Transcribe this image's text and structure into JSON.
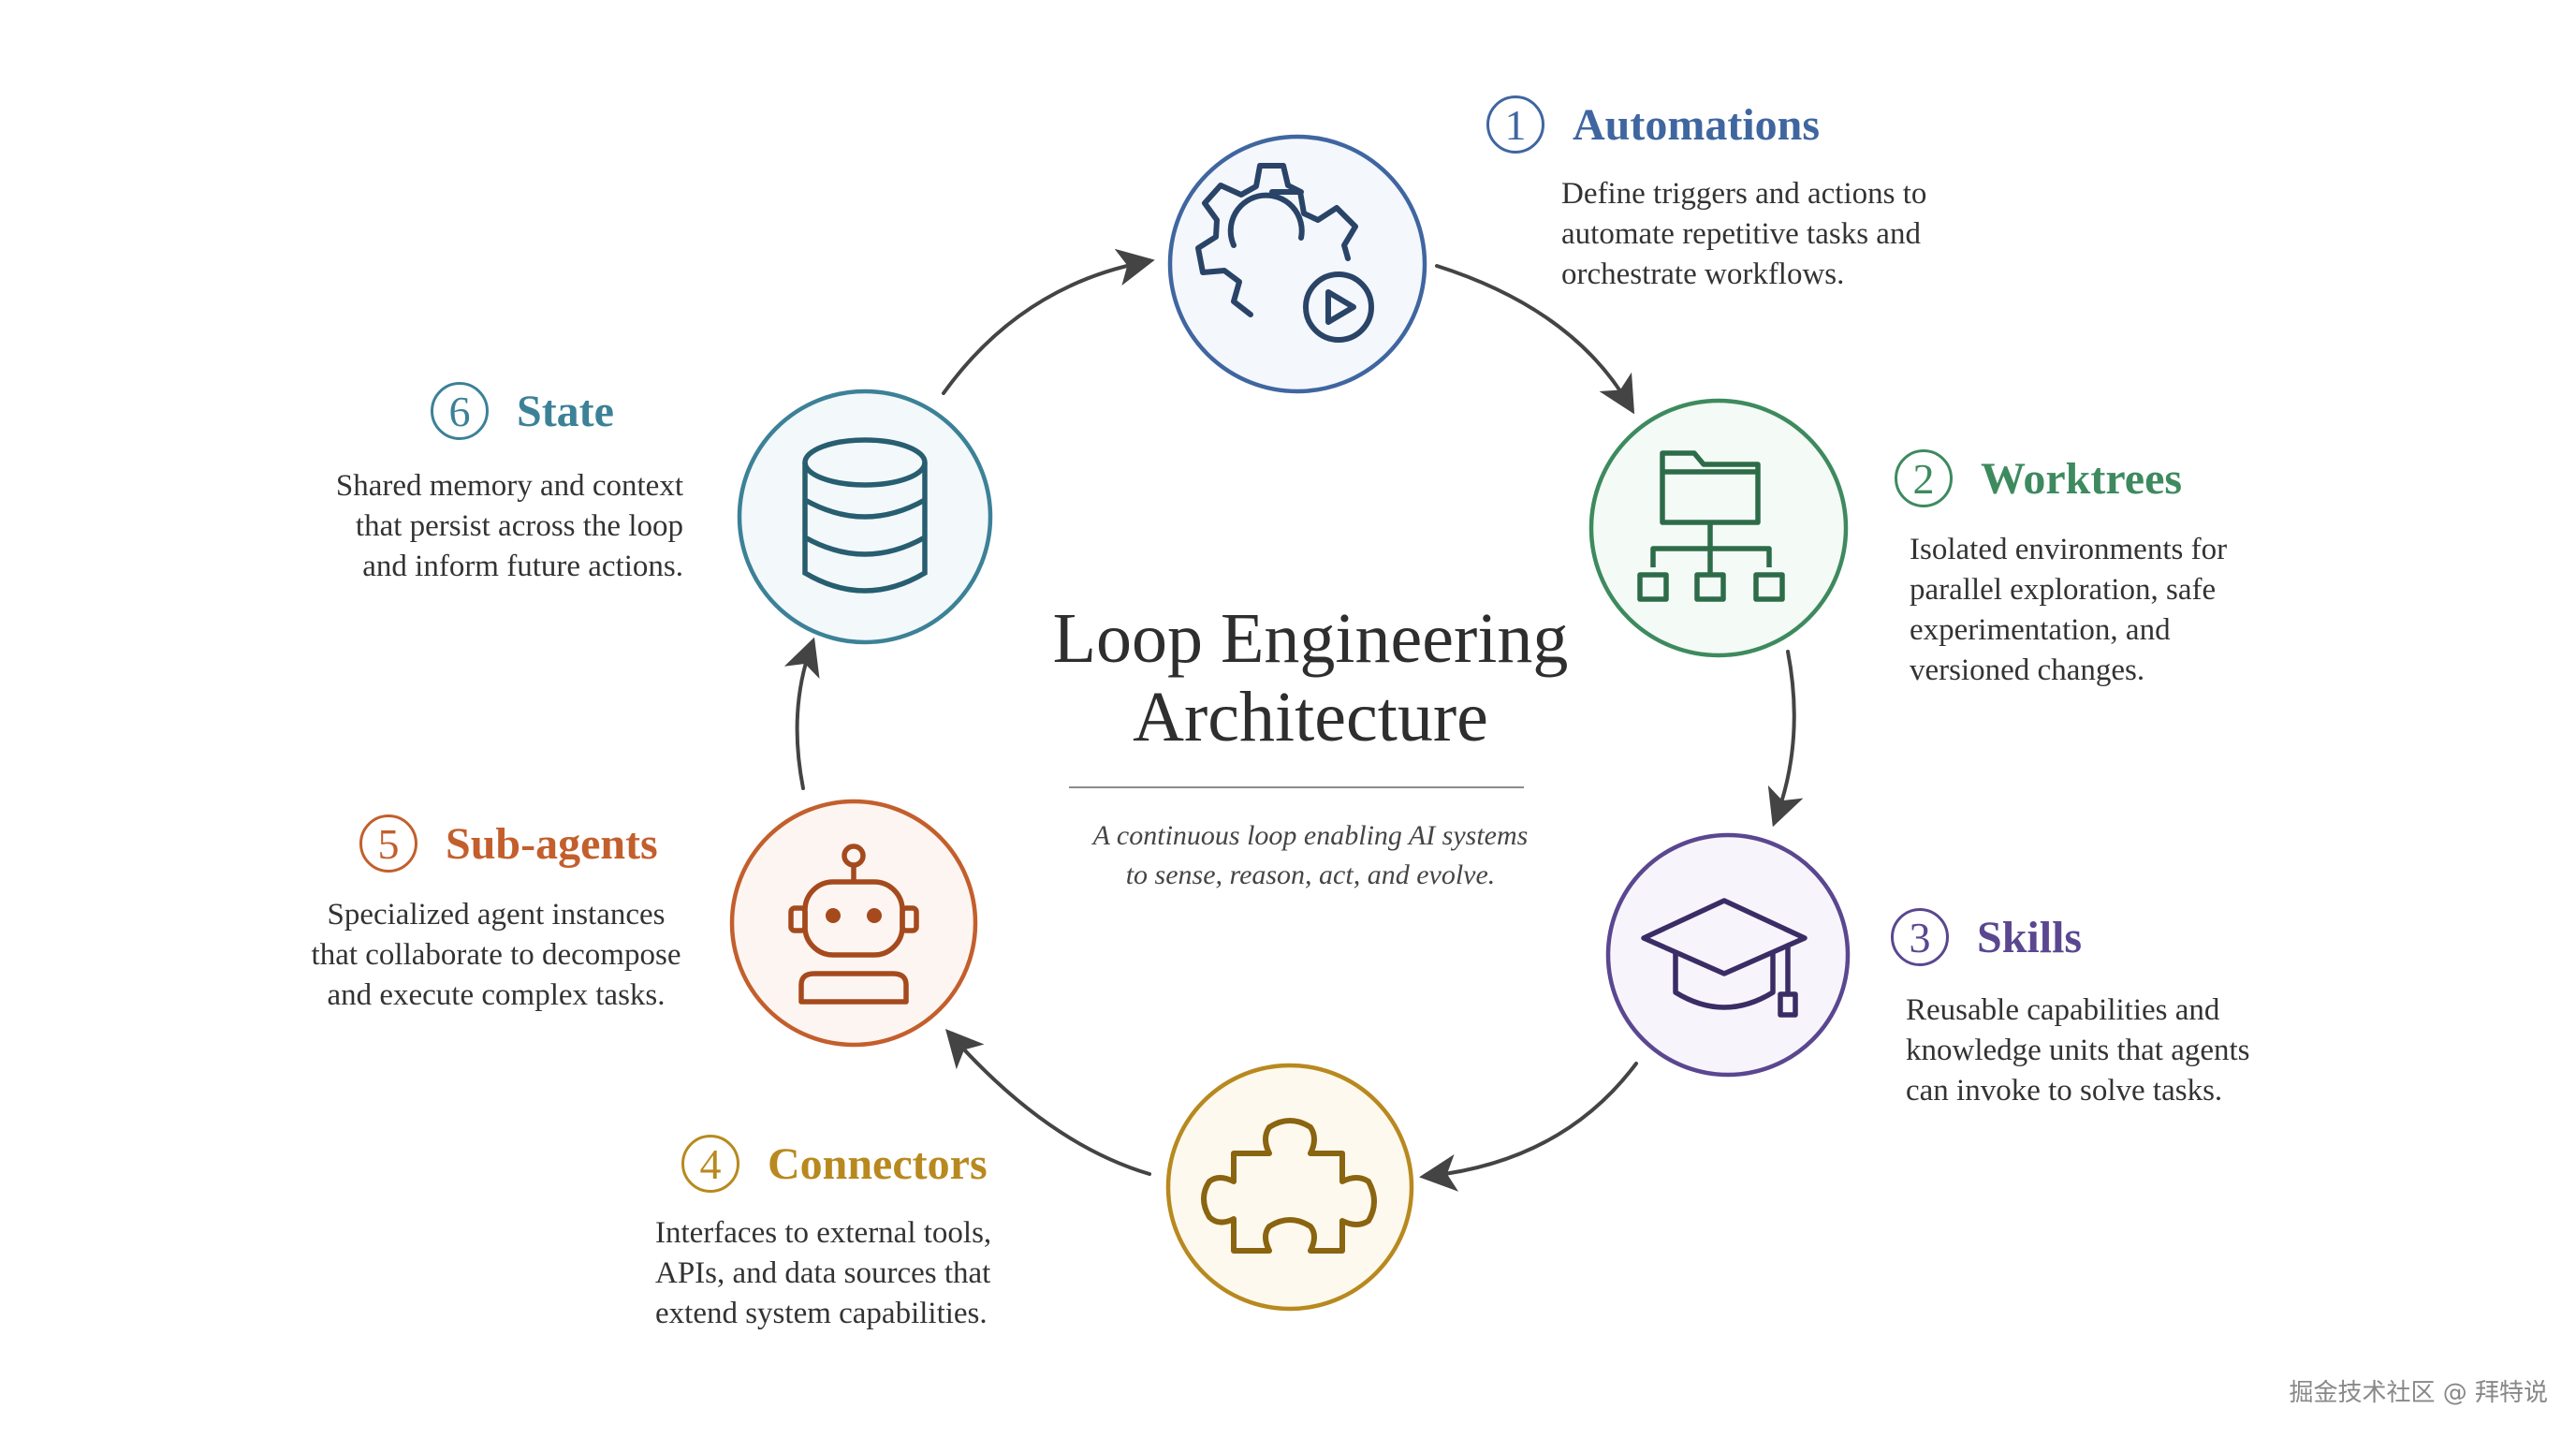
{
  "title_lines": [
    "Loop Engineering",
    "Architecture"
  ],
  "subtitle_lines": [
    "A continuous loop enabling AI systems",
    "to sense, reason, act, and evolve."
  ],
  "nodes": [
    {
      "num": "1",
      "name": "Automations",
      "color": "#3f66a0",
      "fill": "#f4f7fb",
      "icon": "gear-play-icon",
      "desc": [
        "Define triggers and actions to",
        "automate repetitive tasks and",
        "orchestrate workflows."
      ]
    },
    {
      "num": "2",
      "name": "Worktrees",
      "color": "#3e8a5f",
      "fill": "#f4faf6",
      "icon": "folder-tree-icon",
      "desc": [
        "Isolated environments for",
        "parallel exploration, safe",
        "experimentation, and",
        "versioned changes."
      ]
    },
    {
      "num": "3",
      "name": "Skills",
      "color": "#5a4790",
      "fill": "#f7f5fb",
      "icon": "graduation-cap-icon",
      "desc": [
        "Reusable capabilities and",
        "knowledge units that agents",
        "can invoke to solve tasks."
      ]
    },
    {
      "num": "4",
      "name": "Connectors",
      "color": "#b8891f",
      "fill": "#fdf9ee",
      "icon": "puzzle-piece-icon",
      "desc": [
        "Interfaces to external tools,",
        "APIs, and data sources that",
        "extend system capabilities."
      ]
    },
    {
      "num": "5",
      "name": "Sub-agents",
      "color": "#c35f2d",
      "fill": "#fdf5f1",
      "icon": "robot-icon",
      "desc": [
        "Specialized agent instances",
        "that collaborate to decompose",
        "and execute complex tasks."
      ]
    },
    {
      "num": "6",
      "name": "State",
      "color": "#3c8197",
      "fill": "#f3f8fa",
      "icon": "database-icon",
      "desc": [
        "Shared memory and context",
        "that persist across the loop",
        "and inform future actions."
      ]
    }
  ],
  "arrow_color": "#444444",
  "watermark": "掘金技术社区 @ 拜特说"
}
